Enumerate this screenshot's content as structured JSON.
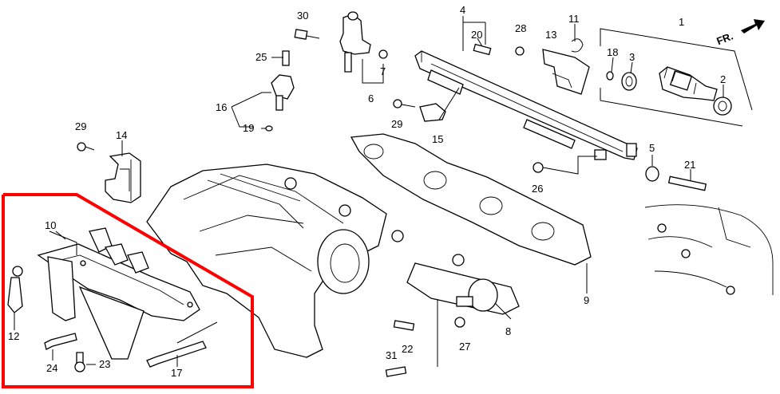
{
  "diagram": {
    "front_indicator": "FR.",
    "highlight_color": "#ff0000",
    "callouts": [
      {
        "id": "c1",
        "label": "1"
      },
      {
        "id": "c2",
        "label": "2"
      },
      {
        "id": "c3",
        "label": "3"
      },
      {
        "id": "c4",
        "label": "4"
      },
      {
        "id": "c5",
        "label": "5"
      },
      {
        "id": "c6",
        "label": "6"
      },
      {
        "id": "c7",
        "label": "7"
      },
      {
        "id": "c8",
        "label": "8"
      },
      {
        "id": "c9",
        "label": "9"
      },
      {
        "id": "c10",
        "label": "10"
      },
      {
        "id": "c11",
        "label": "11"
      },
      {
        "id": "c12",
        "label": "12"
      },
      {
        "id": "c13",
        "label": "13"
      },
      {
        "id": "c14",
        "label": "14"
      },
      {
        "id": "c15",
        "label": "15"
      },
      {
        "id": "c16",
        "label": "16"
      },
      {
        "id": "c17",
        "label": "17"
      },
      {
        "id": "c18",
        "label": "18"
      },
      {
        "id": "c19",
        "label": "19"
      },
      {
        "id": "c20",
        "label": "20"
      },
      {
        "id": "c21",
        "label": "21"
      },
      {
        "id": "c22",
        "label": "22"
      },
      {
        "id": "c23",
        "label": "23"
      },
      {
        "id": "c24",
        "label": "24"
      },
      {
        "id": "c25",
        "label": "25"
      },
      {
        "id": "c26",
        "label": "26"
      },
      {
        "id": "c27",
        "label": "27"
      },
      {
        "id": "c28",
        "label": "28"
      },
      {
        "id": "c29a",
        "label": "29"
      },
      {
        "id": "c29b",
        "label": "29"
      },
      {
        "id": "c30",
        "label": "30"
      },
      {
        "id": "c31",
        "label": "31"
      }
    ]
  }
}
